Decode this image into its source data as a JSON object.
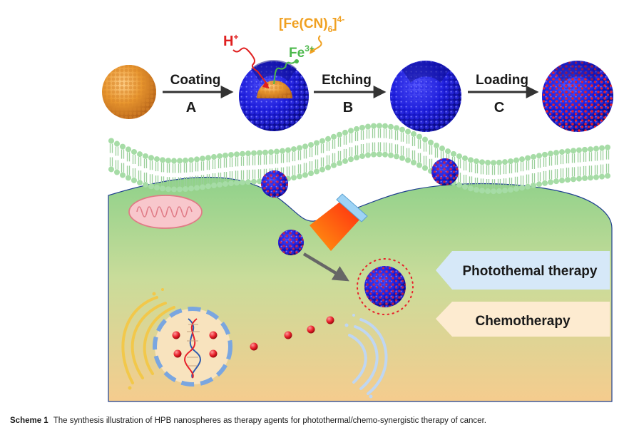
{
  "steps": [
    {
      "label": "Coating",
      "letter": "A"
    },
    {
      "label": "Etching",
      "letter": "B"
    },
    {
      "label": "Loading",
      "letter": "C"
    }
  ],
  "chemistry": {
    "proton_base": "H",
    "proton_charge": "+",
    "ferrocyanide_prefix": "[Fe(CN)",
    "ferrocyanide_sub": "6",
    "ferrocyanide_close": "]",
    "ferrocyanide_charge": "4-",
    "ferric_base": "Fe",
    "ferric_charge": "3+"
  },
  "therapies": {
    "photothermal": "Photothemal therapy",
    "chemo": "Chemotherapy"
  },
  "caption": {
    "label": "Scheme 1",
    "text": "The synthesis illustration of HPB nanospheres as therapy agents for photothermal/chemo-synergistic therapy of cancer."
  },
  "colors": {
    "core_orange": "#E8962E",
    "shell_blue": "#1A1AD6",
    "drug_red": "#E8202A",
    "membrane_green": "#A6DCA6",
    "cell_top_green": "#8FD18A",
    "cell_bottom_peach": "#F5CC8E",
    "h_red": "#E02020",
    "ferrocyanide_orange": "#F0A020",
    "fe_green": "#4CB84C",
    "arrow_dark": "#333333",
    "therapy_blue": "#D6E8F8",
    "therapy_peach": "#FDEBD0"
  }
}
